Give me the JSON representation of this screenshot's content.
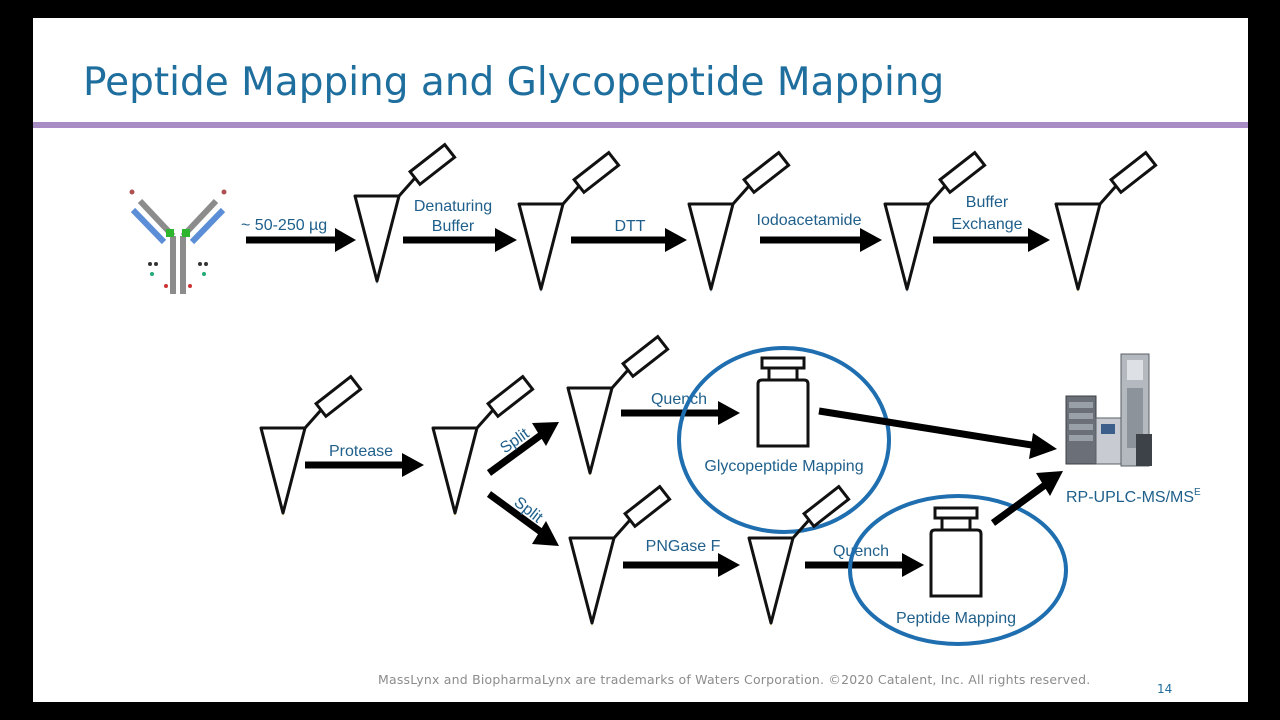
{
  "title": "Peptide Mapping and Glycopeptide Mapping",
  "labels": {
    "amount": "~ 50-250 µg",
    "denaturing_1": "Denaturing",
    "denaturing_2": "Buffer",
    "dtt": "DTT",
    "iodoacetamide": "Iodoacetamide",
    "buffer_exchange_1": "Buffer",
    "buffer_exchange_2": "Exchange",
    "protease": "Protease",
    "split_top": "Split",
    "split_bottom": "Split",
    "quench_top": "Quench",
    "pngase": "PNGase F",
    "quench_bottom": "Quench",
    "glycopeptide_mapping": "Glycopeptide Mapping",
    "peptide_mapping": "Peptide Mapping",
    "instrument": "RP-UPLC-MS/MS",
    "instrument_sup": "E"
  },
  "footer": "MassLynx  and BiopharmaLynx  are trademarks  of Waters Corporation.  ©2020 Catalent, Inc. All rights reserved.",
  "page_number": "14",
  "colors": {
    "title": "#1e6e9e",
    "rule": "#a88cc4",
    "label": "#1f5f8b",
    "blue_liquid": "#0e5f9a",
    "yellow_liquid": "#f0b400",
    "circle": "#1f6fb0"
  }
}
